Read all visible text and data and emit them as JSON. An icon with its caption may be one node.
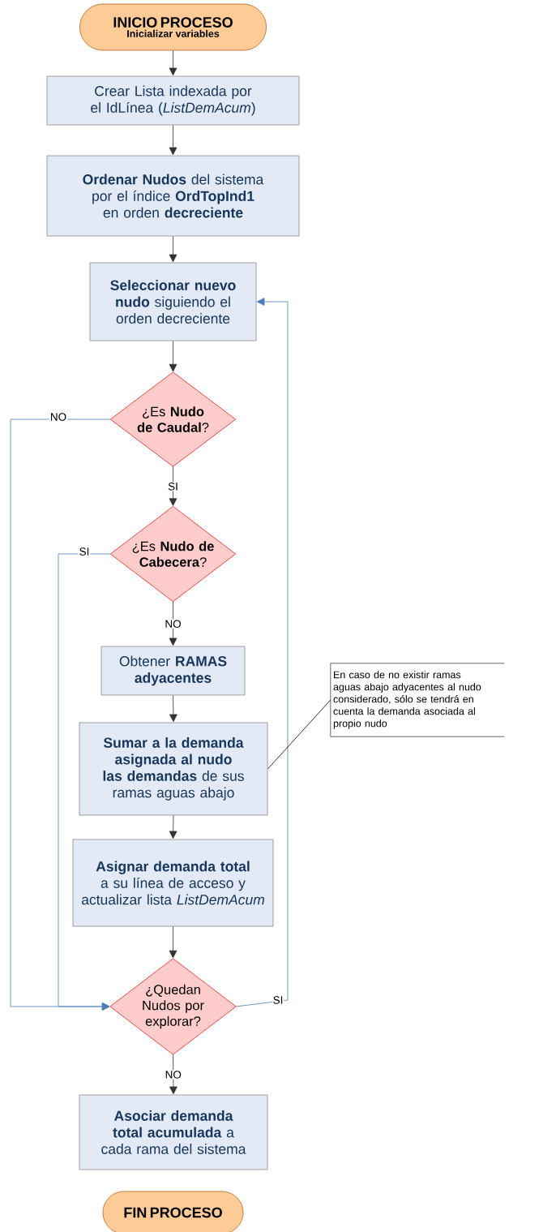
{
  "diagram": {
    "nodes": [
      {
        "text": [
          "INICIO PROCESO",
          "Inicializar variables"
        ]
      },
      {
        "text": [
          "Crear Lista indexada por el IdLínea (*ListDemAcum*)"
        ]
      },
      {
        "text": [
          "**Ordenar Nudos** del sistema por el índice **OrdTopInd1** en orden **decreciente**"
        ]
      },
      {
        "text": [
          "**Seleccionar nuevo nudo** siguiendo el orden decreciente"
        ]
      },
      {
        "text": [
          "¿Es **Nudo de Caudal**?"
        ]
      },
      {
        "text": [
          "¿Es **Nudo de Cabecera**?"
        ]
      },
      {
        "text": [
          "Obtener **RAMAS adyacentes**"
        ]
      },
      {
        "text": [
          "**Sumar a la demanda asignada al nudo las demandas** de sus ramas aguas abajo"
        ]
      },
      {
        "text": [
          "**Asignar demanda total** a su línea de acceso y actualizar lista *ListDemAcum*"
        ]
      },
      {
        "text": [
          "¿Quedan Nudos por explorar?"
        ]
      },
      {
        "text": [
          "**Asociar demanda total acumulada** a cada rama del sistema"
        ]
      },
      {
        "text": [
          "FIN PROCESO"
        ]
      },
      {
        "text": [
          "En caso de no existir ramas aguas abajo adyacentes al nudo considerado, sólo se tendrá en cuenta la demanda asociada al propio nudo"
        ]
      }
    ],
    "edges": [
      {
        "from": 0,
        "to": 1,
        "arrow": "to"
      },
      {
        "from": 1,
        "to": 2,
        "arrow": "to"
      },
      {
        "from": 2,
        "to": 3,
        "arrow": "to"
      },
      {
        "from": 3,
        "to": 4,
        "arrow": "to"
      },
      {
        "from": 4,
        "to": 5,
        "arrow": "to",
        "label": "SI"
      },
      {
        "from": 4,
        "to": 9,
        "arrow": "to",
        "label": "NO",
        "color": "#4a7ebb"
      },
      {
        "from": 5,
        "to": 6,
        "arrow": "to",
        "label": "NO"
      },
      {
        "from": 5,
        "to": 9,
        "arrow": "to",
        "label": "SI",
        "color": "#4a7ebb"
      },
      {
        "from": 6,
        "to": 7,
        "arrow": "to"
      },
      {
        "from": 7,
        "to": 8,
        "arrow": "to"
      },
      {
        "from": 8,
        "to": 9,
        "arrow": "to"
      },
      {
        "from": 9,
        "to": 10,
        "arrow": "to",
        "label": "NO"
      },
      {
        "from": 9,
        "to": 3,
        "arrow": "to",
        "label": "SI",
        "color": "#4a7ebb"
      },
      {
        "from": 12,
        "to": 7,
        "arrow": "none"
      }
    ]
  }
}
